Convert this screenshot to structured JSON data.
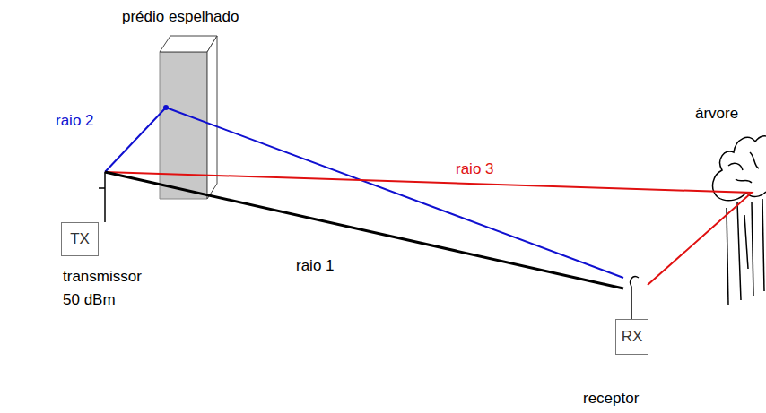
{
  "diagram": {
    "nodes": [
      {
        "text": [
          "TX"
        ]
      },
      {
        "text": [
          "RX"
        ]
      }
    ],
    "labels": [
      "prédio espelhado",
      "raio 2",
      "raio 3",
      "raio 1",
      "árvore",
      "transmissor 50 dBm",
      "receptor"
    ]
  }
}
